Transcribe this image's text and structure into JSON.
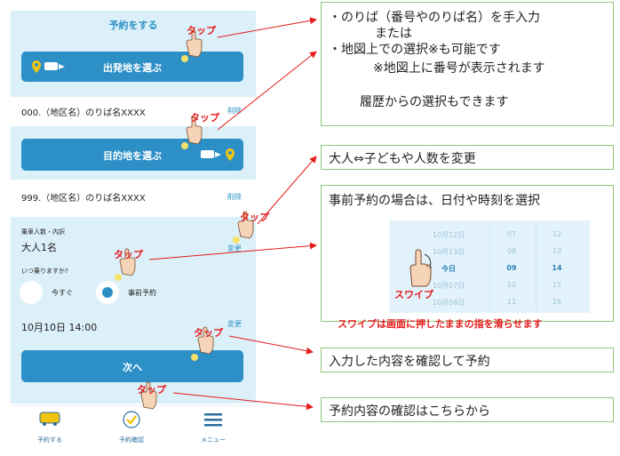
{
  "phone": {
    "title": "予約をする",
    "depart_button": "出発地を選ぶ",
    "depart_value": "000.（地区名）のりば名XXXX",
    "delete_label": "削除",
    "dest_button": "目的地を選ぶ",
    "dest_value": "999.（地区名）のりば名XXXX",
    "passengers_label": "乗車人数・内訳",
    "passengers_value": "大人1名",
    "change_label": "変更",
    "when_label": "いつ乗りますか?",
    "option_now": "今すぐ",
    "option_reserve": "事前予約",
    "datetime_value": "10月10日 14:00",
    "next_button": "次へ",
    "tabs": [
      {
        "label": "予約する",
        "icon": "bus-icon"
      },
      {
        "label": "予約確認",
        "icon": "check-icon"
      },
      {
        "label": "メニュー",
        "icon": "menu-icon"
      }
    ]
  },
  "annotations": {
    "tap": "タップ",
    "swipe": "スワイプ",
    "swipe_note": "スワイプは画面に押したままの指を滑らせます",
    "callout1": {
      "line1": "・のりば（番号やのりば名）を手入力",
      "line2": "または",
      "line3": "・地図上での選択※も可能です",
      "line4": "※地図上に番号が表示されます",
      "line5": "履歴からの選択もできます"
    },
    "callout2": "大人⇔子どもや人数を変更",
    "callout3": "事前予約の場合は、日付や時刻を選択",
    "callout4": "入力した内容を確認して予約",
    "callout5": "予約内容の確認はこちらから"
  },
  "picker": {
    "dates": [
      "10月12日",
      "10月13日",
      "今日",
      "10月07日",
      "10月08日"
    ],
    "hours": [
      "07",
      "08",
      "09",
      "10",
      "11"
    ],
    "minutes": [
      "12",
      "13",
      "14",
      "15",
      "16"
    ],
    "selected_index": 2
  },
  "colors": {
    "accent": "#2c90c6",
    "panel": "#dcf0f9",
    "tap_red": "#e41c1c",
    "callout_border": "#8dc77a"
  }
}
